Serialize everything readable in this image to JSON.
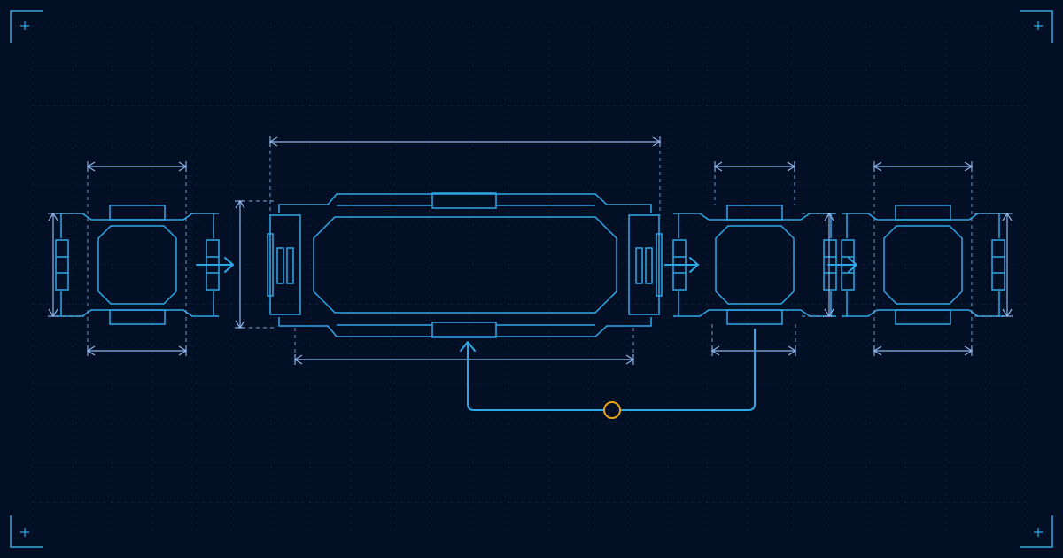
{
  "theme": {
    "background": "#020f24",
    "grid": "#2a4a70",
    "outline": "#2fa8e8",
    "dimension": "#8fb6ea",
    "guide": "#7fa8d8",
    "accent": "#e8a317"
  },
  "diagram": {
    "kind": "blueprint-flow",
    "nodes": [
      {
        "id": "module-a",
        "shape": "octagon-block"
      },
      {
        "id": "module-b",
        "shape": "wide-capsule-block"
      },
      {
        "id": "module-c",
        "shape": "octagon-block"
      },
      {
        "id": "module-d",
        "shape": "octagon-block"
      }
    ],
    "edges": [
      {
        "from": "module-a",
        "to": "module-b",
        "type": "arrow"
      },
      {
        "from": "module-b",
        "to": "module-c",
        "type": "arrow"
      },
      {
        "from": "module-c",
        "to": "module-d",
        "type": "arrow"
      },
      {
        "from": "module-c",
        "to": "module-b",
        "type": "feedback",
        "marker": "ring"
      }
    ],
    "icons": [
      "corner-bracket-icon",
      "plus-icon",
      "arrowhead-icon",
      "ring-marker-icon"
    ]
  }
}
